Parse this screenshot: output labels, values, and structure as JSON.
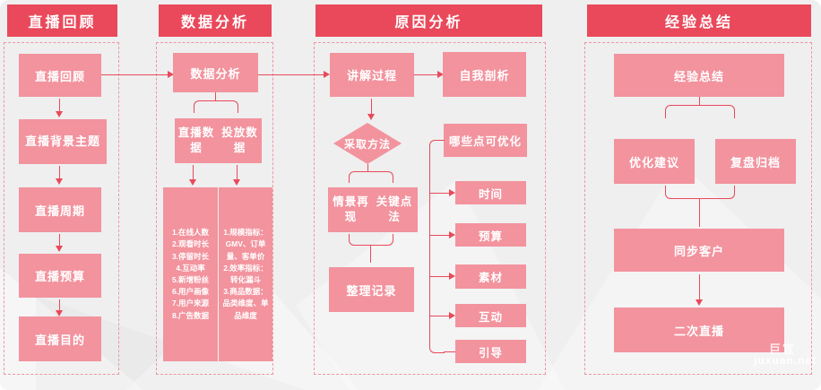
{
  "colors": {
    "header_red": "#e9495b",
    "box_pink": "#f2939e",
    "line_red": "#e9495b",
    "dashed_border": "#ee97a1",
    "background": "#efefef"
  },
  "watermark": {
    "brand": "巨宣",
    "site": "juxuan.net"
  },
  "columns": [
    {
      "header": "直播回顾",
      "nodes": {
        "review": "直播回顾",
        "topic": "直播背景主题",
        "cycle": "直播周期",
        "budget": "直播预算",
        "purpose": "直播目的"
      }
    },
    {
      "header": "数据分析",
      "nodes": {
        "analysis": "数据分析",
        "live_data": "直播数据",
        "ad_data": "投放数据",
        "live_metrics": "1.在线人数\n2.观看时长\n3.停留时长\n4.互动率\n5.新增粉丝\n6.用户画像\n7.用户来源\n8.广告数据",
        "ad_metrics": "1.规模指标：\nGMV、订单量、客单价\n2.效率指标：\n转化漏斗\n3.商品数据：\n品类维度、单品维度"
      }
    },
    {
      "header": "原因分析",
      "nodes": {
        "process": "讲解过程",
        "self_review": "自我剖析",
        "method": "采取方法",
        "scene": "情景再现",
        "keypoint": "关键点法",
        "record": "整理记录",
        "optimize": "哪些点可优化",
        "time": "时间",
        "budget": "预算",
        "material": "素材",
        "interaction": "互动",
        "guidance": "引导"
      }
    },
    {
      "header": "经验总结",
      "nodes": {
        "summary": "经验总结",
        "suggestion": "优化建议",
        "archive": "复盘归档",
        "sync_client": "同步客户",
        "second_live": "二次直播"
      }
    }
  ]
}
